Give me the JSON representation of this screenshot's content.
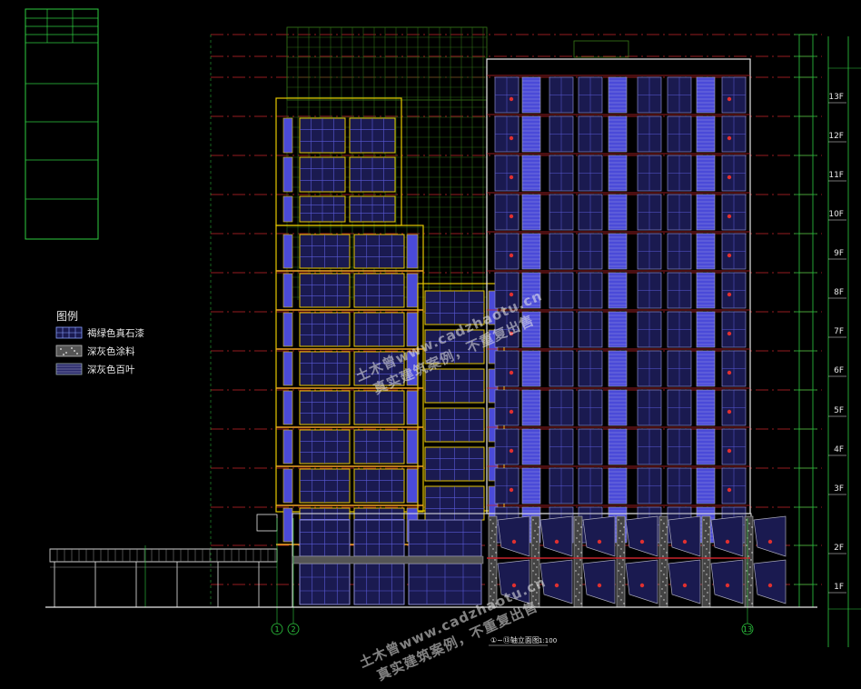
{
  "title_block": {
    "rows": [
      "",
      "",
      "",
      ""
    ],
    "col_headers": [
      "",
      "",
      ""
    ]
  },
  "legend": {
    "title": "图例",
    "items": [
      {
        "label": "褐绿色真石漆",
        "pattern": "grid"
      },
      {
        "label": "深灰色涂料",
        "pattern": "dots"
      },
      {
        "label": "深灰色百叶",
        "pattern": "louver"
      }
    ]
  },
  "floors": [
    "1F",
    "2F",
    "3F",
    "4F",
    "5F",
    "6F",
    "7F",
    "8F",
    "9F",
    "10F",
    "11F",
    "12F",
    "13F"
  ],
  "axes": [
    "1",
    "2",
    "13"
  ],
  "drawing_title": "①~⑬轴立面图",
  "drawing_scale": "1:100",
  "watermark": {
    "line1": "土木曾www.cadzhaotu.cn",
    "line2": "真实建筑案例，不重复出售"
  },
  "colors": {
    "background": "#000000",
    "red_dash": "#c8242c",
    "green": "#2ecc40",
    "yellow": "#e6c700",
    "blue": "#4a4ad8",
    "glass": "#1a1a50",
    "white": "#e8e8e8"
  }
}
